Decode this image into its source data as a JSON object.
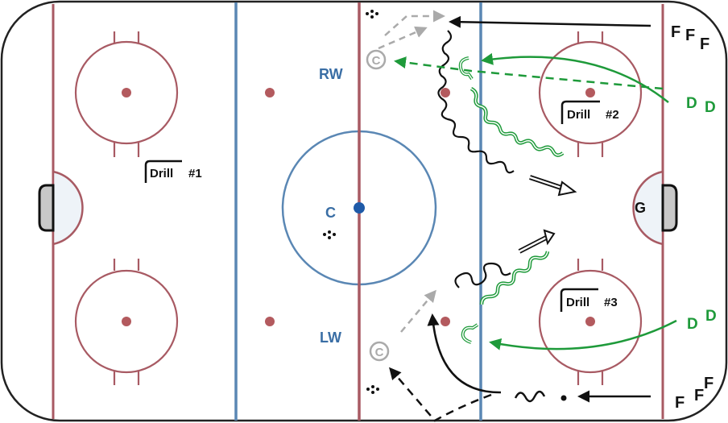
{
  "diagram": {
    "type": "hockey-rink-drill",
    "colors": {
      "ice": "#ffffff",
      "boards": "#222222",
      "red_line": "#a85a63",
      "blue_line": "#5a87b4",
      "faceoff_dot": "#b35a5e",
      "center_dot": "#1f5aa8",
      "position_text": "#3a6ea5",
      "green_play": "#1e9a3a",
      "gray_pass": "#aaaaaa",
      "black_play": "#111111",
      "crease_fill": "#eef3f8",
      "net_fill": "#c8c8c8"
    },
    "positions": {
      "rw": "RW",
      "c": "C",
      "lw": "LW",
      "goalie": "G"
    },
    "drills": [
      {
        "label": "Drill",
        "number": "#1"
      },
      {
        "label": "Drill",
        "number": "#2"
      },
      {
        "label": "Drill",
        "number": "#3"
      }
    ],
    "players": {
      "forwards_top": [
        "F",
        "F",
        "F"
      ],
      "defense_top": [
        "D",
        "D"
      ],
      "defense_bottom": [
        "D",
        "D"
      ],
      "forwards_bottom": [
        "F",
        "F",
        "F"
      ],
      "coach_top": "©",
      "coach_bottom": "©"
    }
  }
}
